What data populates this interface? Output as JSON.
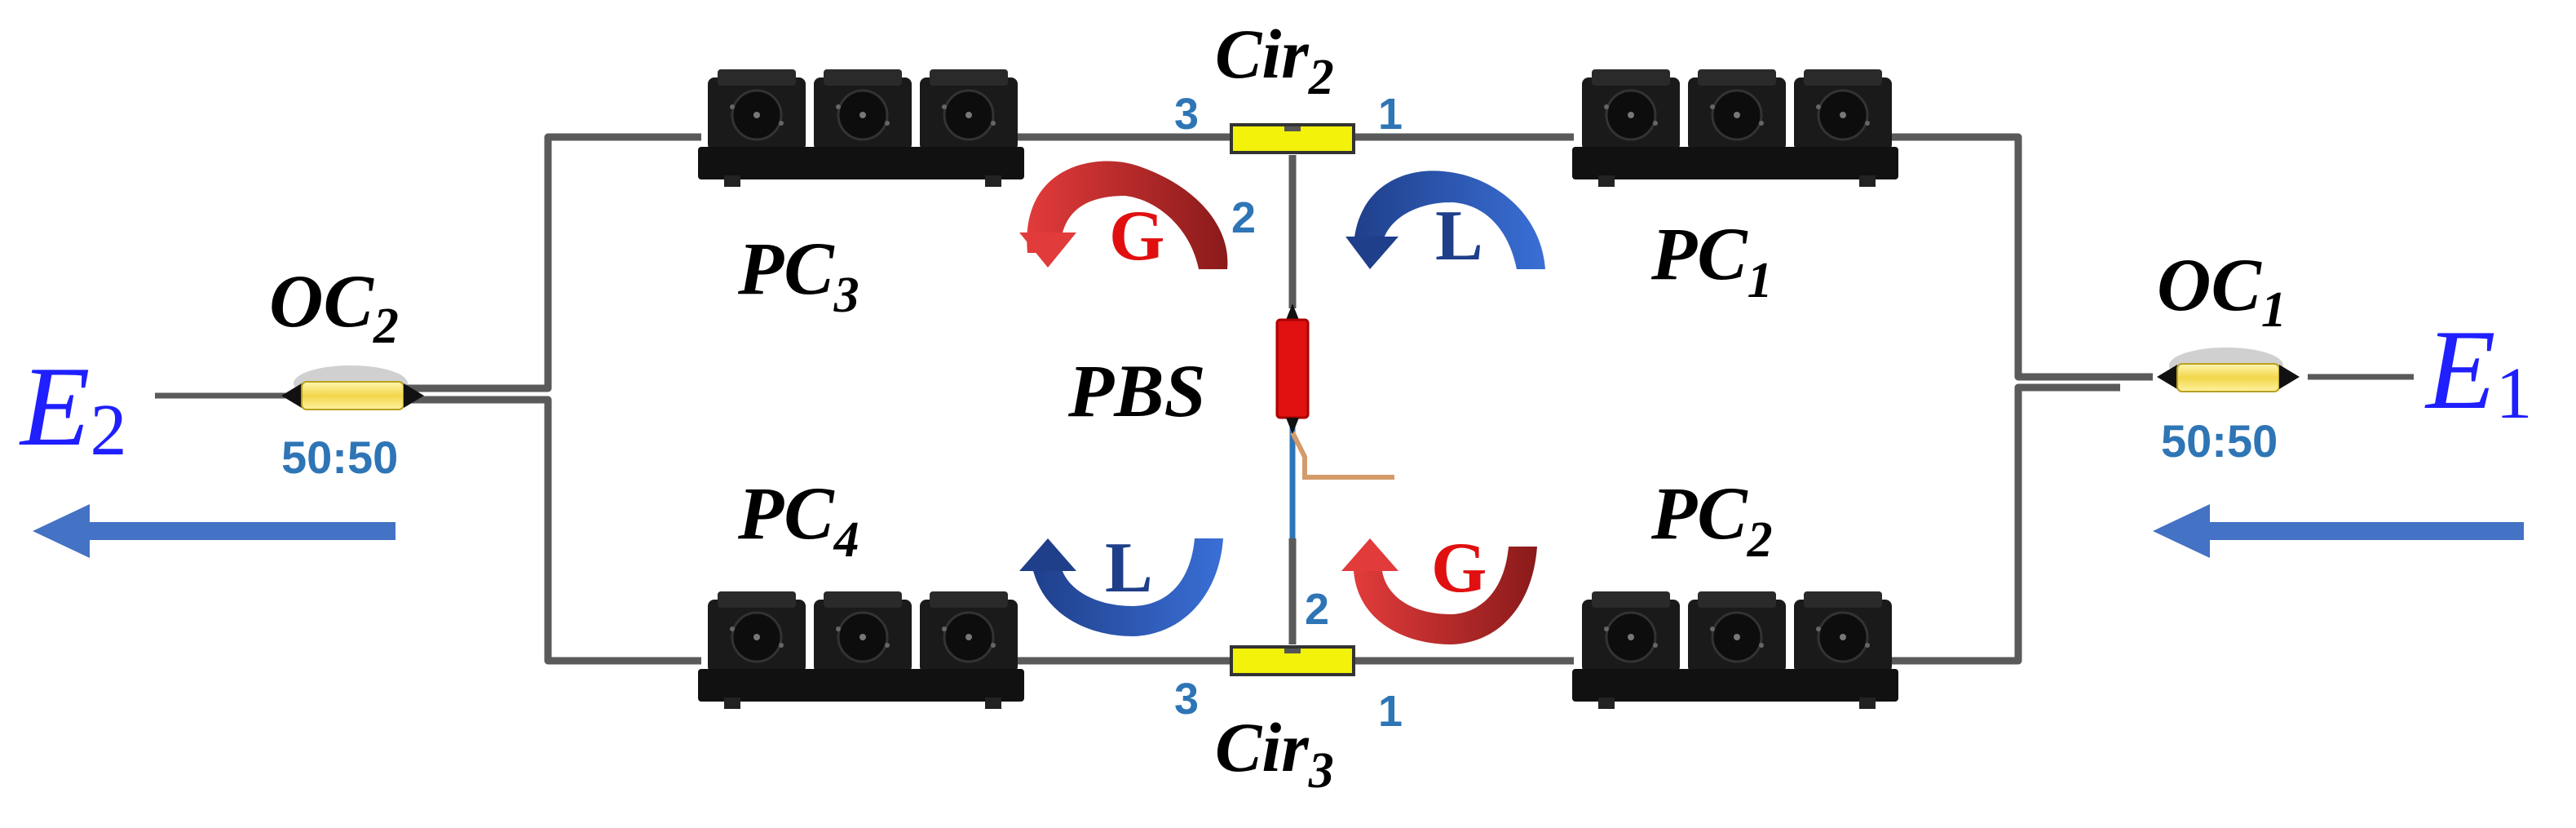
{
  "controllers": {
    "pc1": {
      "name": "PC",
      "index": "1"
    },
    "pc2": {
      "name": "PC",
      "index": "2"
    },
    "pc3": {
      "name": "PC",
      "index": "3"
    },
    "pc4": {
      "name": "PC",
      "index": "4"
    }
  },
  "circulators": {
    "cir2": {
      "name": "Cir",
      "index": "2",
      "port_in": "1",
      "port_mid": "2",
      "port_out": "3"
    },
    "cir3": {
      "name": "Cir",
      "index": "3",
      "port_in": "1",
      "port_mid": "2",
      "port_out": "3"
    }
  },
  "splitter": {
    "label": "PBS"
  },
  "couplers": {
    "oc1": {
      "name": "OC",
      "index": "1",
      "ratio": "50:50"
    },
    "oc2": {
      "name": "OC",
      "index": "2",
      "ratio": "50:50"
    }
  },
  "fields": {
    "input": {
      "name": "E",
      "index": "1"
    },
    "output": {
      "name": "E",
      "index": "2"
    }
  },
  "loops": {
    "gain_label": "G",
    "loss_label": "L"
  },
  "colors": {
    "fiber": "#5a5a5a",
    "pc_body": "#1a1a1a",
    "circulator": "#f2f20a",
    "pbs": "#e01010",
    "coupler": "#f5e27a",
    "arrow_blue": "#4472c4",
    "gain": "#d62828",
    "loss": "#1f3f8a",
    "port_text": "#2e75b6",
    "field_text": "#1f1fff"
  }
}
